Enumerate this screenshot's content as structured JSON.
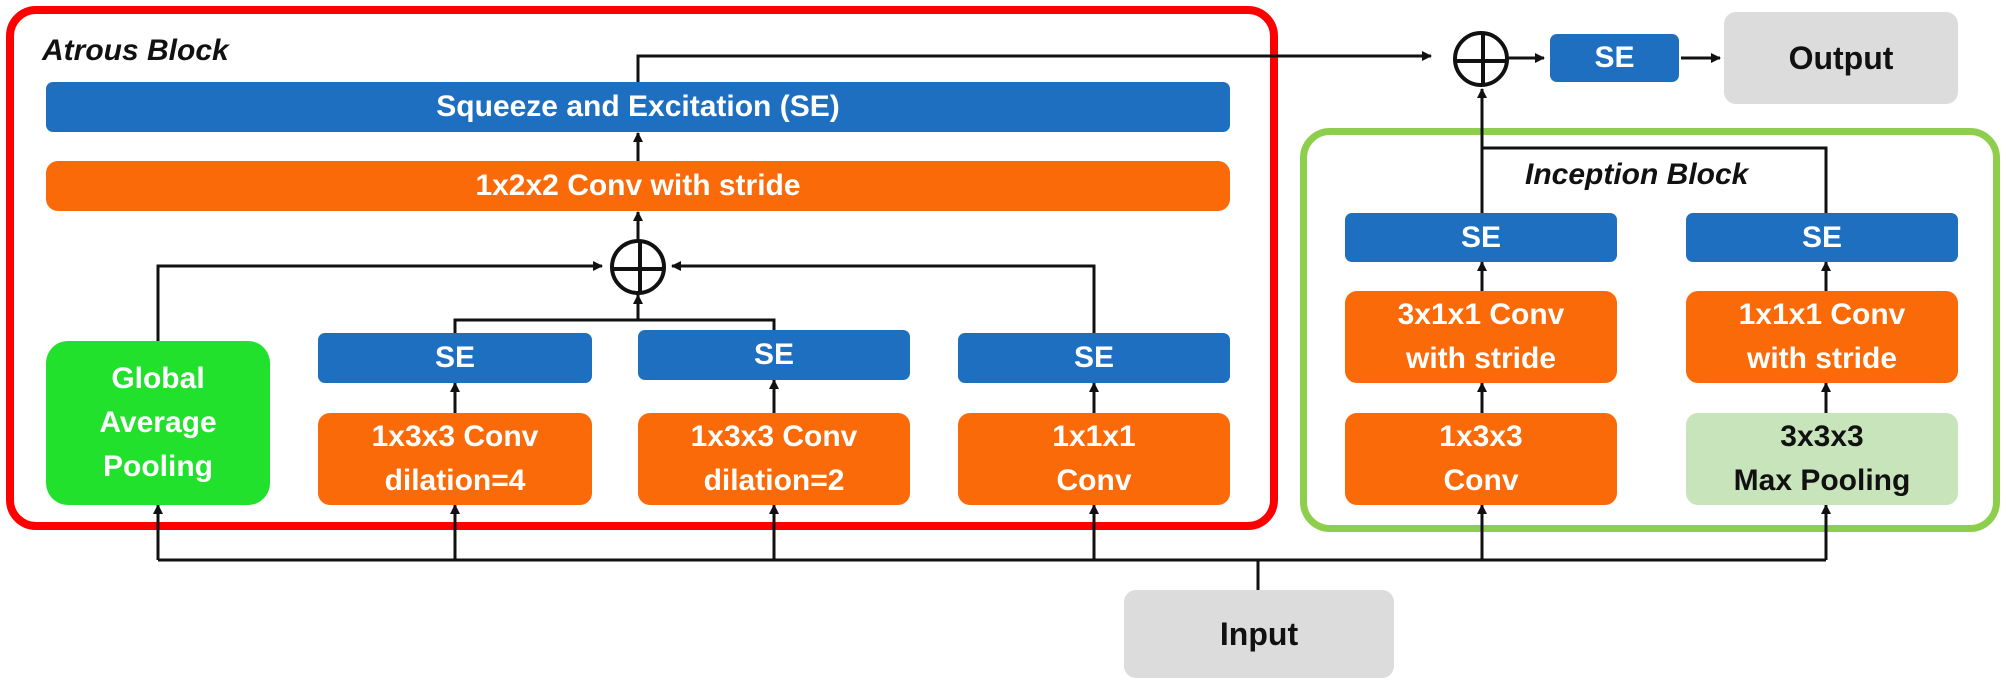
{
  "atrous_block": {
    "title": "Atrous Block",
    "se_top": "Squeeze and Excitation (SE)",
    "conv_stride": "1x2x2 Conv with stride",
    "gap": "Global\nAverage\nPooling",
    "se_label": "SE",
    "conv_dil4": "1x3x3 Conv\ndilation=4",
    "conv_dil2": "1x3x3 Conv\ndilation=2",
    "conv_1x1": "1x1x1\nConv"
  },
  "inception_block": {
    "title": "Inception Block",
    "se_label": "SE",
    "conv_stride_a": "3x1x1 Conv\nwith stride",
    "conv_stride_b": "1x1x1 Conv\nwith stride",
    "conv_a": "1x3x3\nConv",
    "maxpool": "3x3x3\nMax Pooling"
  },
  "output_section": {
    "se_label": "SE",
    "output": "Output"
  },
  "input": "Input",
  "colors": {
    "se_blue": "#1f6fc1",
    "conv_orange": "#fb6a08",
    "pooling_green": "#22e12c",
    "maxpool_light_green": "#c7e4bb",
    "io_gray": "#dcdcdc",
    "atrous_frame_red": "#ff0000",
    "inception_frame_green": "#8dcf4c",
    "arrow_black": "#111111"
  },
  "icons": {
    "sum_node": "circled-plus-icon"
  }
}
